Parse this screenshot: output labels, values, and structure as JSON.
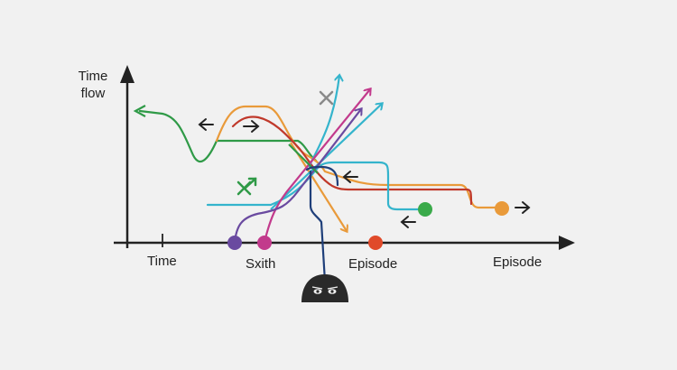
{
  "axis": {
    "y_label_line1": "Time",
    "y_label_line2": "flow"
  },
  "x_labels": {
    "time": "Time",
    "sixth": "Sxith",
    "episode_mid": "Episode",
    "episode_right": "Episode"
  },
  "colors": {
    "axis": "#222222",
    "green": "#2f9a47",
    "orange": "#e99a3a",
    "red": "#c0392b",
    "teal": "#34b4cc",
    "purple": "#6a4aa0",
    "magenta": "#c23a8c",
    "navy": "#1f3f7a",
    "gray": "#8a8a8a",
    "figure": "#2a2a2a"
  },
  "icons": {
    "cross_gray": "x-mark-icon",
    "cross_green": "x-mark-icon",
    "arrow": "arrow-icon",
    "figure": "hooded-figure-icon"
  }
}
